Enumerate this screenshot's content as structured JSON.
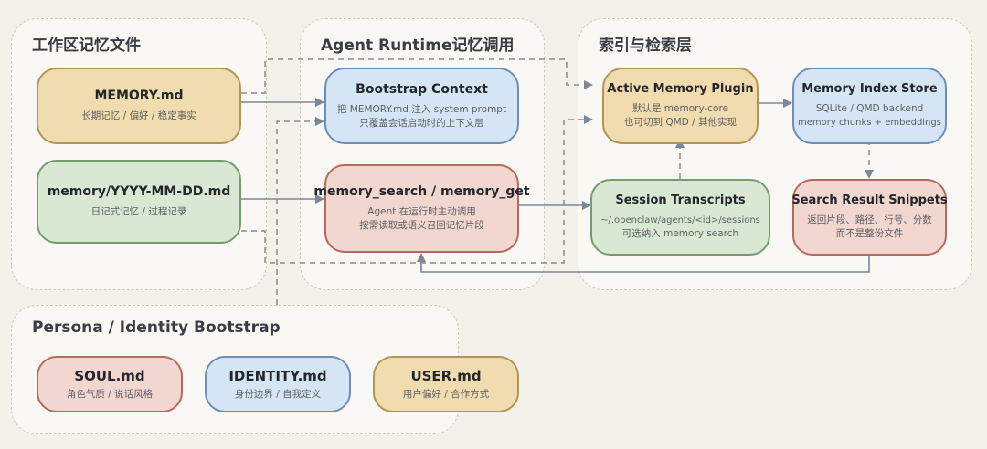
{
  "groups": {
    "workspace": {
      "title": "工作区记忆文件"
    },
    "runtime": {
      "title": "Agent Runtime记忆调用"
    },
    "index": {
      "title": "索引与检索层"
    },
    "persona": {
      "title": "Persona / Identity Bootstrap"
    }
  },
  "nodes": {
    "memory_md": {
      "title": "MEMORY.md",
      "lines": [
        "长期记忆 / 偏好 / 稳定事实"
      ]
    },
    "daily_md": {
      "title": "memory/YYYY-MM-DD.md",
      "lines": [
        "日记式记忆 / 过程记录"
      ]
    },
    "bootstrap": {
      "title": "Bootstrap Context",
      "lines": [
        "把 MEMORY.md 注入 system prompt",
        "只覆盖会话启动时的上下文层"
      ]
    },
    "search_get": {
      "title": "memory_search / memory_get",
      "lines": [
        "Agent 在运行时主动调用",
        "按需读取或语义召回记忆片段"
      ]
    },
    "active_plugin": {
      "title": "Active Memory Plugin",
      "lines": [
        "默认是 memory-core",
        "也可切到 QMD / 其他实现"
      ]
    },
    "index_store": {
      "title": "Memory Index Store",
      "lines": [
        "SQLite / QMD backend",
        "memory chunks + embeddings"
      ]
    },
    "transcripts": {
      "title": "Session Transcripts",
      "lines": [
        "~/.openclaw/agents/<id>/sessions",
        "可选纳入 memory search"
      ]
    },
    "snippets": {
      "title": "Search Result Snippets",
      "lines": [
        "返回片段、路径、行号、分数",
        "而不是整份文件"
      ]
    },
    "soul": {
      "title": "SOUL.md",
      "lines": [
        "角色气质 / 说话风格"
      ]
    },
    "identity": {
      "title": "IDENTITY.md",
      "lines": [
        "身份边界 / 自我定义"
      ]
    },
    "user": {
      "title": "USER.md",
      "lines": [
        "用户偏好 / 合作方式"
      ]
    }
  },
  "colors": {
    "gold": "#f0dcae",
    "green": "#d8e8d2",
    "blue": "#d6e5f4",
    "red": "#f2d6d0",
    "connector": "#7a8796",
    "dashed_connector": "#8a8a8a"
  }
}
